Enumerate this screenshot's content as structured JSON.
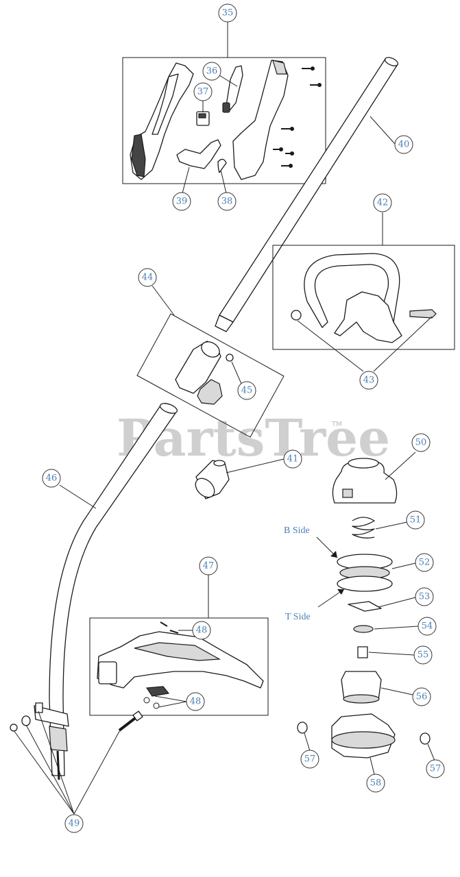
{
  "watermark": {
    "text": "PartsTree",
    "trademark": "TM",
    "color": "#cfcfcf"
  },
  "colors": {
    "callout_text": "#4a7fb5",
    "line": "#1a1a1a"
  },
  "side_labels": {
    "b_side": "B Side",
    "t_side": "T Side"
  },
  "callouts": {
    "c35": "35",
    "c36": "36",
    "c37": "37",
    "c38": "38",
    "c39": "39",
    "c40": "40",
    "c41": "41",
    "c42": "42",
    "c43": "43",
    "c44": "44",
    "c45": "45",
    "c46": "46",
    "c47": "47",
    "c48a": "48",
    "c48b": "48",
    "c49": "49",
    "c50": "50",
    "c51": "51",
    "c52": "52",
    "c53": "53",
    "c54": "54",
    "c55": "55",
    "c56": "56",
    "c57a": "57",
    "c57b": "57",
    "c58": "58"
  }
}
